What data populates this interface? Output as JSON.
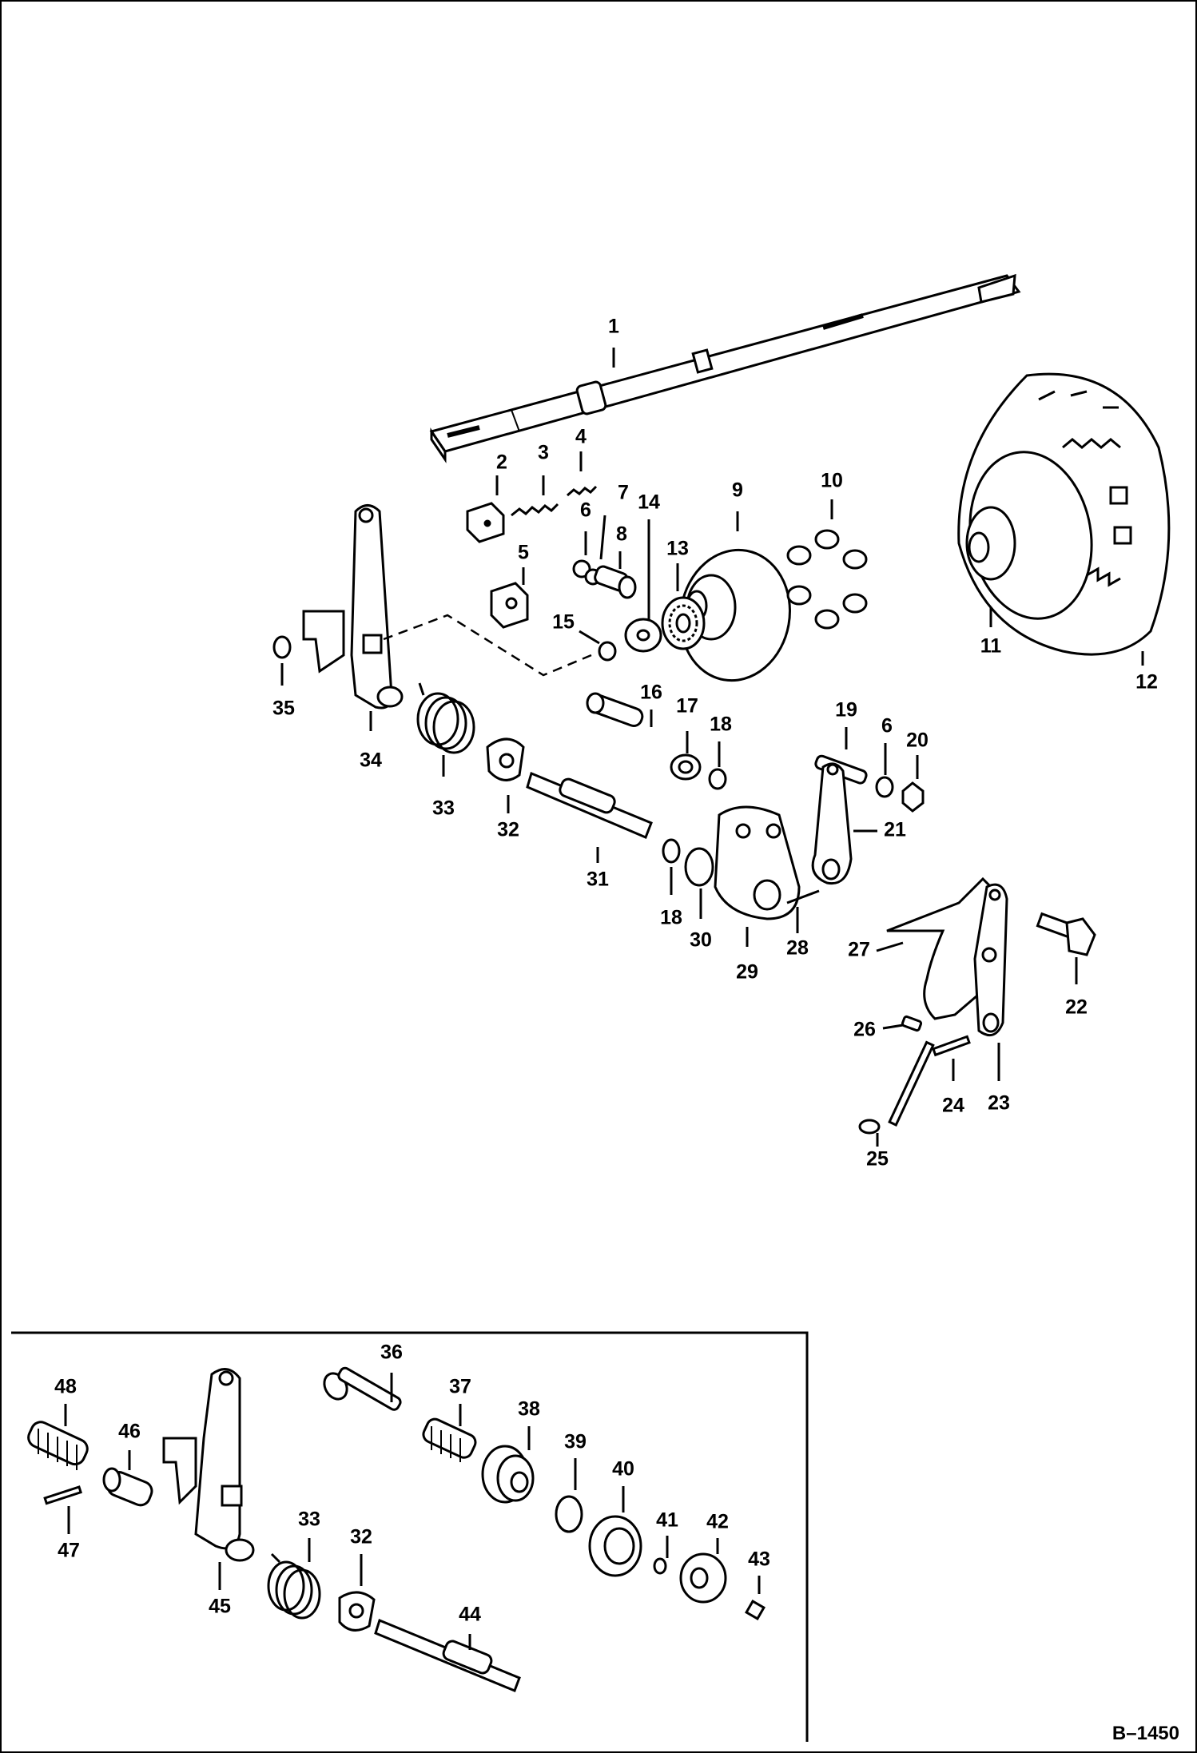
{
  "figure_code": "B–1450",
  "callouts": {
    "main": [
      "1",
      "2",
      "3",
      "4",
      "5",
      "6",
      "7",
      "8",
      "9",
      "10",
      "11",
      "12",
      "13",
      "14",
      "15",
      "16",
      "17",
      "18",
      "19",
      "6",
      "20",
      "21",
      "31",
      "32",
      "33",
      "34",
      "35",
      "18",
      "30",
      "29",
      "28",
      "27",
      "22",
      "26",
      "24",
      "23",
      "25"
    ],
    "inset": [
      "36",
      "37",
      "38",
      "39",
      "40",
      "41",
      "42",
      "43",
      "44",
      "45",
      "46",
      "47",
      "48",
      "33",
      "32"
    ]
  }
}
